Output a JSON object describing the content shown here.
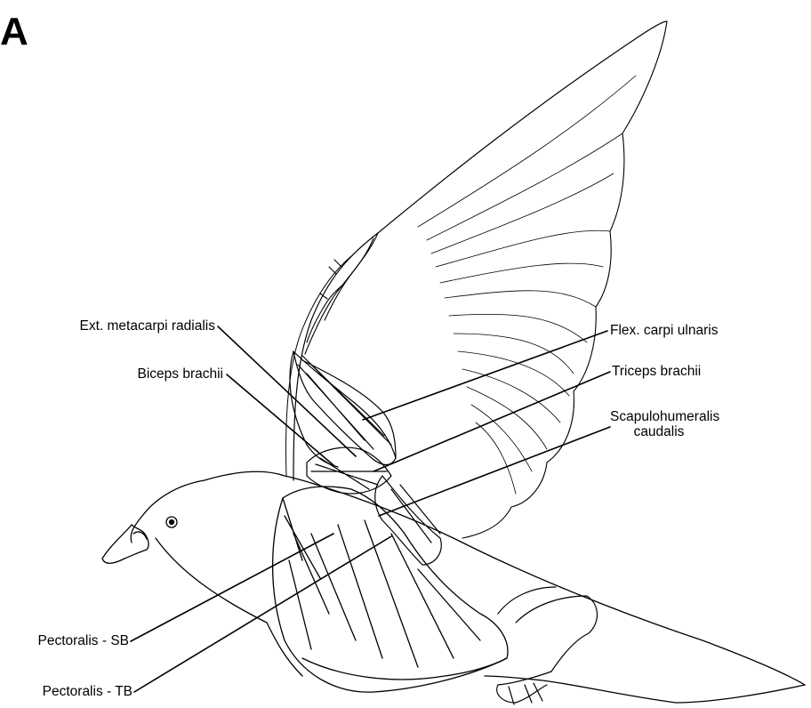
{
  "panel_letter": "A",
  "labels": {
    "ext_metacarpi_radialis": "Ext. metacarpi radialis",
    "biceps_brachii": "Biceps brachii",
    "flex_carpi_ulnaris": "Flex. carpi ulnaris",
    "triceps_brachii": "Triceps brachii",
    "scapulohumeralis_line1": "Scapulohumeralis",
    "scapulohumeralis_line2": "caudalis",
    "pectoralis_sb": "Pectoralis - SB",
    "pectoralis_tb": "Pectoralis - TB"
  },
  "colors": {
    "ink": "#000000",
    "paper": "#ffffff"
  }
}
